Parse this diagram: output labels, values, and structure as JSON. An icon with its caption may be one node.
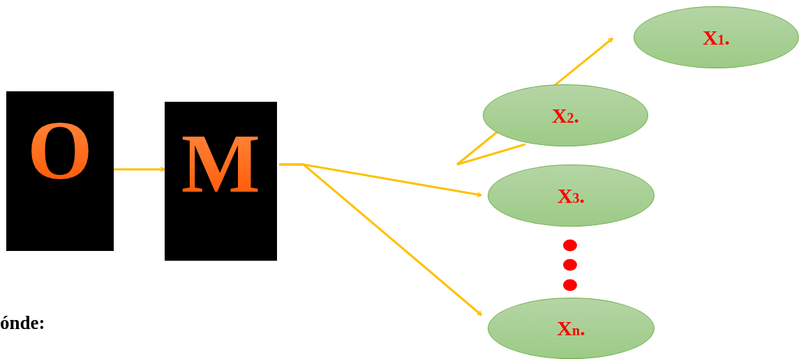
{
  "diagram": {
    "nodes": [
      {
        "text": [
          "O"
        ]
      },
      {
        "text": [
          "M"
        ]
      },
      {
        "text": [
          "X$_{1}$."
        ]
      },
      {
        "text": [
          "X$_{2}$."
        ]
      },
      {
        "text": [
          "X$_{3}$."
        ]
      },
      {
        "text": [
          "X$_{n}$."
        ]
      }
    ],
    "edges": [
      {
        "from": 0,
        "to": 1,
        "arrow": "to"
      },
      {
        "from": 1,
        "to": 4,
        "arrow": "to"
      },
      {
        "from": 1,
        "to": 5,
        "arrow": "to"
      },
      {
        "from": null,
        "to": 2,
        "arrow": "to"
      },
      {
        "from": null,
        "to": 3,
        "arrow": "none"
      }
    ],
    "labels": [
      "ónde:"
    ]
  }
}
